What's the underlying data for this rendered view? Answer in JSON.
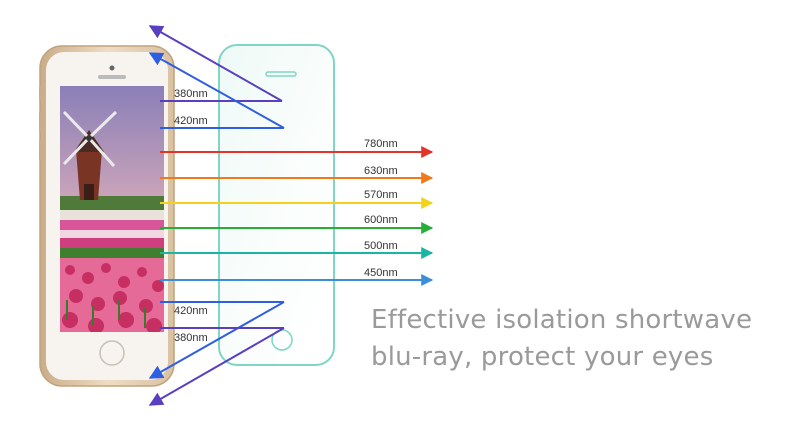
{
  "colors": {
    "violet": "#5a3fc0",
    "blue": "#2f5fe0",
    "red": "#e5332a",
    "orange": "#f07a1a",
    "yellow": "#f5d21a",
    "green": "#27ae38",
    "teal": "#18b6a3",
    "sky": "#3a8fd8",
    "glass_outline": "#7fd6c4",
    "phone_gold": "#e2cdb0",
    "caption_text": "#9a9a9a"
  },
  "wavelengths": {
    "blocked_top_1": "380nm",
    "blocked_top_2": "420nm",
    "pass_1": "780nm",
    "pass_2": "630nm",
    "pass_3": "570nm",
    "pass_4": "600nm",
    "pass_5": "500nm",
    "pass_6": "450nm",
    "blocked_bottom_1": "420nm",
    "blocked_bottom_2": "380nm"
  },
  "caption": {
    "line1": "Effective isolation shortwave",
    "line2": "blu-ray, protect your eyes"
  }
}
